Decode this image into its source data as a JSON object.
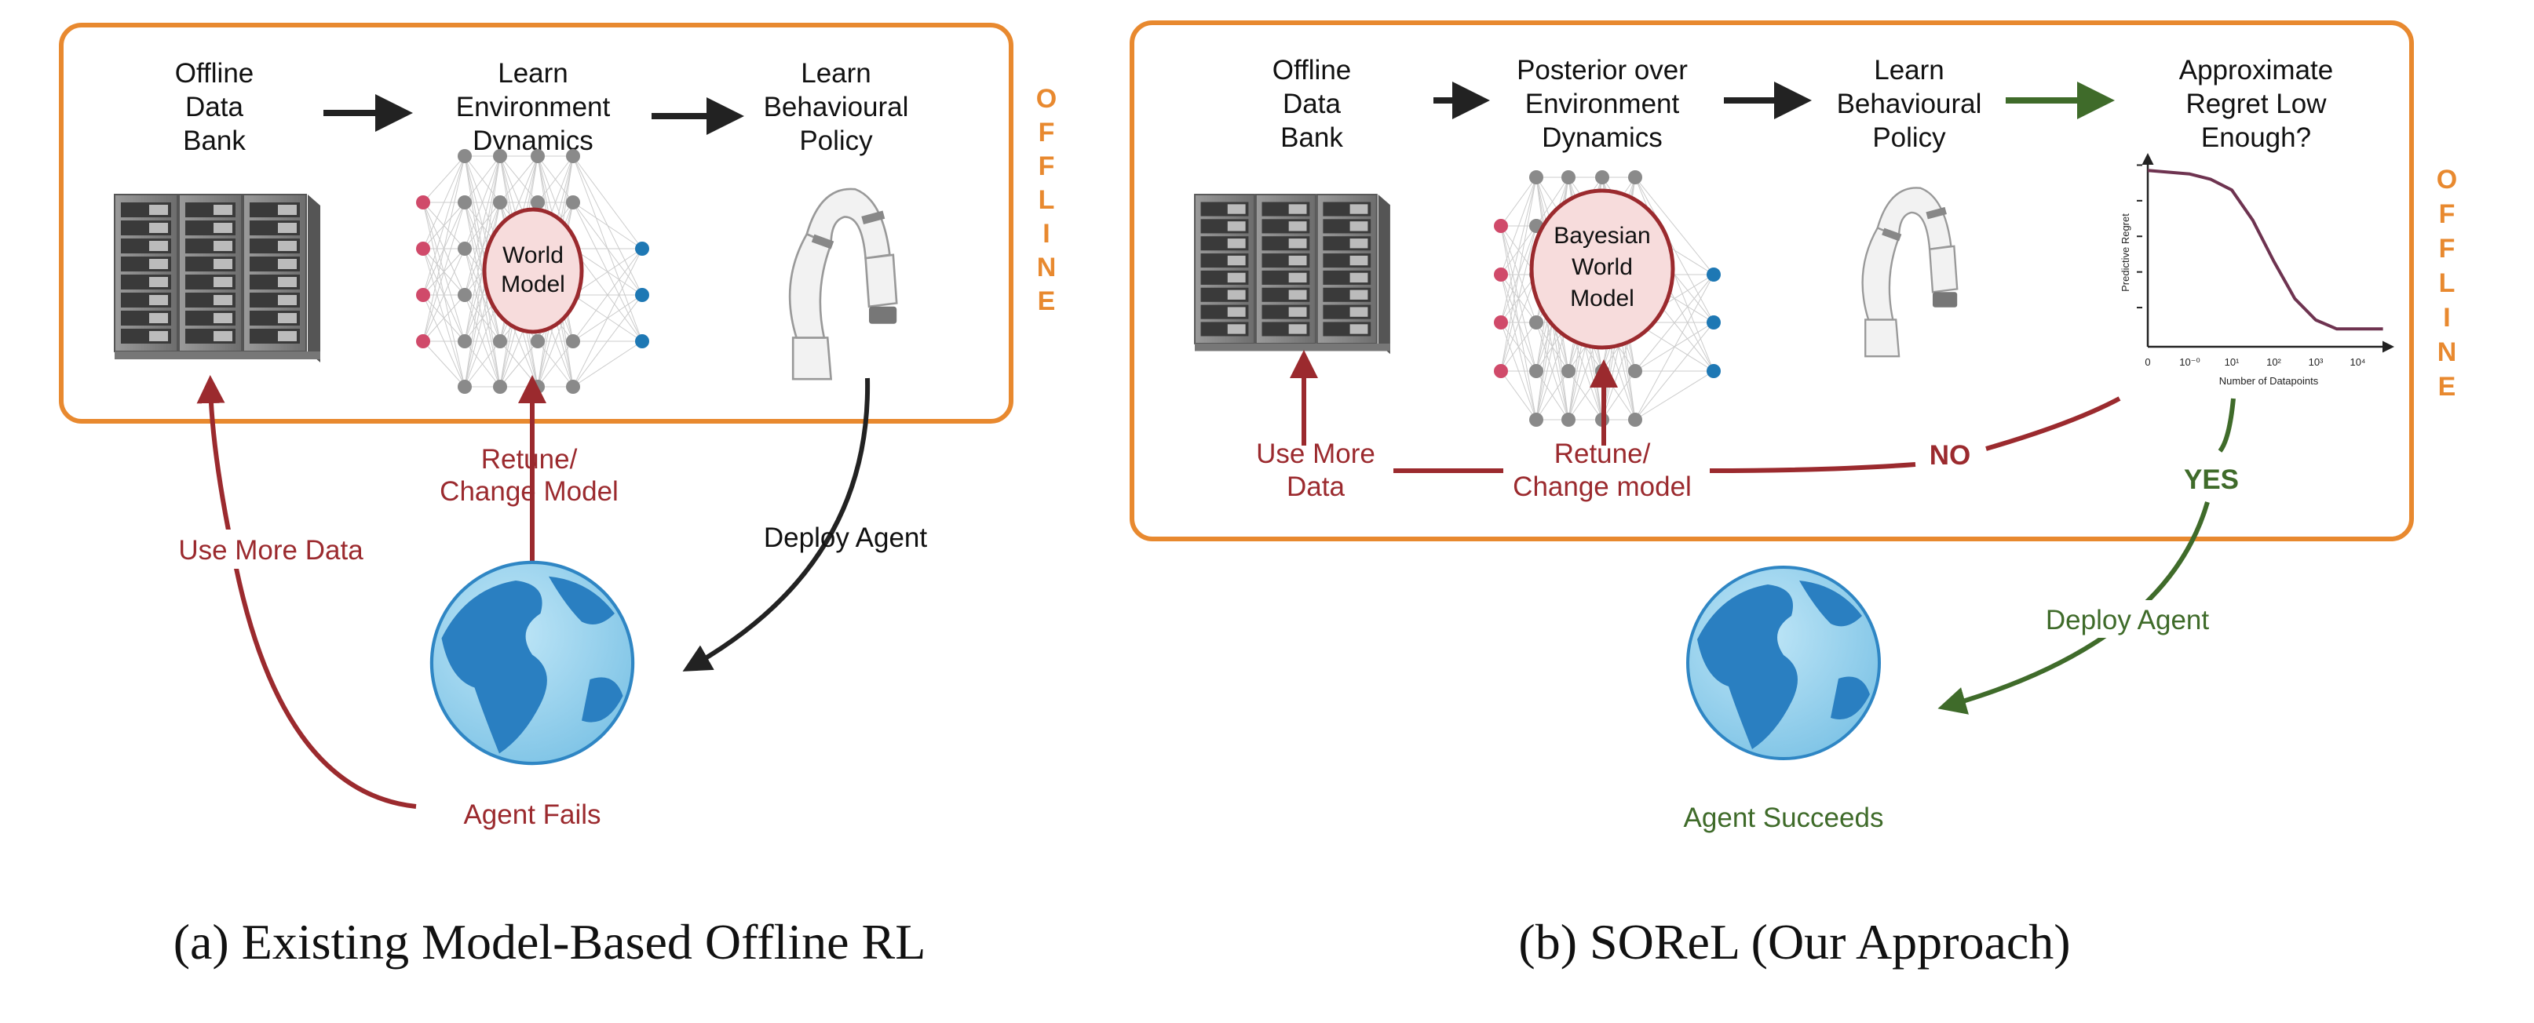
{
  "colors": {
    "offline_box": "#E8892F",
    "fail": "#9B2A2E",
    "success": "#3F6B2A",
    "arrow": "#222222"
  },
  "panel_a": {
    "offline_letters": [
      "O",
      "F",
      "F",
      "L",
      "I",
      "N",
      "E"
    ],
    "steps": [
      {
        "lines": [
          "Offline",
          "Data",
          "Bank"
        ]
      },
      {
        "lines": [
          "Learn",
          "Environment",
          "Dynamics"
        ]
      },
      {
        "lines": [
          "Learn",
          "Behavioural",
          "Policy"
        ]
      }
    ],
    "world_model": [
      "World",
      "Model"
    ],
    "use_more_data": "Use More Data",
    "retune": [
      "Retune/",
      "Change Model"
    ],
    "deploy": "Deploy Agent",
    "outcome": "Agent Fails",
    "caption": "(a) Existing Model-Based Offline RL"
  },
  "panel_b": {
    "offline_letters": [
      "O",
      "F",
      "F",
      "L",
      "I",
      "N",
      "E"
    ],
    "steps": [
      {
        "lines": [
          "Offline",
          "Data",
          "Bank"
        ]
      },
      {
        "lines": [
          "Posterior over",
          "Environment",
          "Dynamics"
        ]
      },
      {
        "lines": [
          "Learn",
          "Behavioural",
          "Policy"
        ]
      },
      {
        "lines": [
          "Approximate",
          "Regret Low",
          "Enough?"
        ]
      }
    ],
    "world_model": [
      "Bayesian",
      "World",
      "Model"
    ],
    "use_more_data": [
      "Use More",
      "Data"
    ],
    "retune": [
      "Retune/",
      "Change model"
    ],
    "no": "NO",
    "yes": "YES",
    "deploy": "Deploy Agent",
    "outcome": "Agent Succeeds",
    "caption": "(b) SOReL (Our Approach)"
  },
  "chart_data": {
    "type": "line",
    "title": "",
    "xlabel": "Number of Datapoints",
    "ylabel": "Predictive Regret",
    "x_tick_labels": [
      "0",
      "10⁻⁰",
      "10¹",
      "10²",
      "10³",
      "10⁴"
    ],
    "y_ticks": 5,
    "xlim": [
      0,
      5.7
    ],
    "ylim": [
      0,
      1
    ],
    "series": [
      {
        "name": "Predictive Regret",
        "color": "#6E3350",
        "x": [
          0,
          0.5,
          1,
          1.5,
          2,
          2.5,
          3,
          3.5,
          4,
          4.5,
          5,
          5.6
        ],
        "y": [
          0.99,
          0.98,
          0.97,
          0.94,
          0.88,
          0.71,
          0.48,
          0.27,
          0.15,
          0.1,
          0.1,
          0.1
        ]
      }
    ]
  }
}
